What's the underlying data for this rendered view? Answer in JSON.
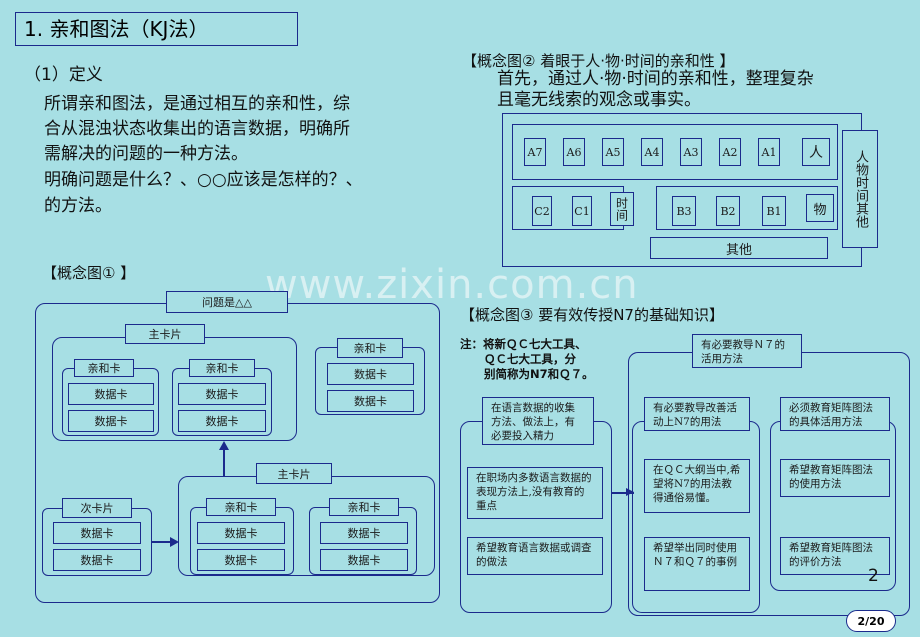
{
  "title": "1. 亲和图法（KJ法）",
  "section1": {
    "heading": "（1）定义",
    "lines": [
      "所谓亲和图法，是通过相互的亲和性，综",
      "合从混浊状态收集出的语言数据，明确所",
      "需解决的问题的一种方法。",
      "明确问题是什么？、○○应该是怎样的？、",
      "的方法。"
    ]
  },
  "concept1": {
    "label": "【概念图① 】",
    "problem": "问题是△△",
    "main_card": "主卡片",
    "affinity_card": "亲和卡",
    "data_card": "数据卡",
    "sub_card": "次卡片"
  },
  "concept2": {
    "heading": "【概念图②  着眼于人·物·时间的亲和性 】",
    "text_line1": "首先，通过人·物·时间的亲和性，整理复杂",
    "text_line2": "且毫无线索的观念或事实。",
    "a_cards": [
      "A7",
      "A6",
      "A5",
      "A4",
      "A3",
      "A2",
      "A1"
    ],
    "person": "人",
    "c_cards": [
      "C2",
      "C1"
    ],
    "time": "时间",
    "b_cards": [
      "B3",
      "B2",
      "B1"
    ],
    "thing": "物",
    "other": "其他",
    "side": "人物时间其他"
  },
  "concept3": {
    "heading": "【概念图③  要有效传授N7的基础知识】",
    "note_lines": [
      "注：将新ＱＣ七大工具、",
      "ＱＣ七大工具，分",
      "别简称为N7和Ｑ７。"
    ],
    "top": "有必要教导Ｎ７的活用方法",
    "col1_head": "在语言数据的收集方法、做法上，有必要投入精力",
    "col1_items": [
      "在职场内多数语言数据的表现方法上,没有教育的重点",
      "希望教育语言数据或调查的做法"
    ],
    "col2_head": "有必要教导改善活动上N7的用法",
    "col2_items": [
      "在ＱＣ大纲当中,希望将N7的用法教得通俗易懂。",
      "希望举出同时使用Ｎ７和Ｑ７的事例"
    ],
    "col3_head": "必须教育矩阵图法的具体活用方法",
    "col3_items": [
      "希望教育矩阵图法的使用方法",
      "希望教育矩阵图法的评价方法"
    ],
    "slide_number": "2"
  },
  "page_number": "2/20",
  "watermark": "www.zixin.com.cn"
}
